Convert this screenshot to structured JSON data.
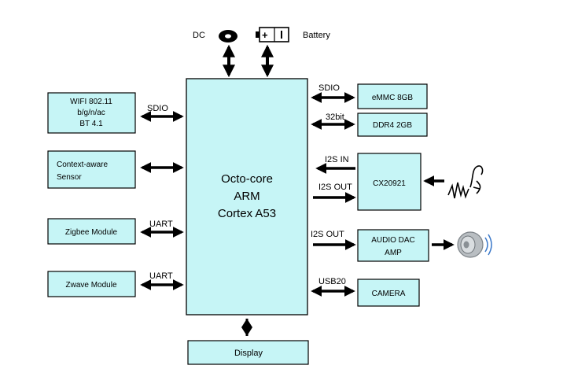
{
  "colors": {
    "box_fill": "#c6f5f6",
    "stroke": "#000000",
    "background": "#ffffff"
  },
  "processor": {
    "line1": "Octo-core",
    "line2": "ARM",
    "line3": "Cortex A53"
  },
  "power": {
    "dc_label": "DC",
    "battery_label": "Battery",
    "battery_symbol": "+|"
  },
  "left_modules": {
    "wifi": {
      "line1": "WIFI 802.11",
      "line2": "b/g/n/ac",
      "line3": "BT 4.1",
      "link_label": "SDIO"
    },
    "sensor": {
      "line1": "Context-aware",
      "line2": "Sensor",
      "link_label": ""
    },
    "zigbee": {
      "label": "Zigbee Module",
      "link_label": "UART"
    },
    "zwave": {
      "label": "Zwave Module",
      "link_label": "UART"
    }
  },
  "right_modules": {
    "emmc": {
      "label": "eMMC 8GB",
      "link_label": "SDIO"
    },
    "ddr": {
      "label": "DDR4 2GB",
      "link_label": "32bit"
    },
    "codec": {
      "label": "CX20921",
      "in_label": "I2S IN",
      "out_label": "I2S OUT"
    },
    "dac": {
      "line1": "AUDIO DAC",
      "line2": "AMP",
      "link_label": "I2S OUT"
    },
    "camera": {
      "label": "CAMERA",
      "link_label": "USB20"
    }
  },
  "display": {
    "label": "Display"
  },
  "icons": {
    "microphone_voice": "voice-waveform-icon",
    "speaker": "speaker-icon",
    "dc_jack": "dc-jack-icon",
    "battery": "battery-icon"
  }
}
